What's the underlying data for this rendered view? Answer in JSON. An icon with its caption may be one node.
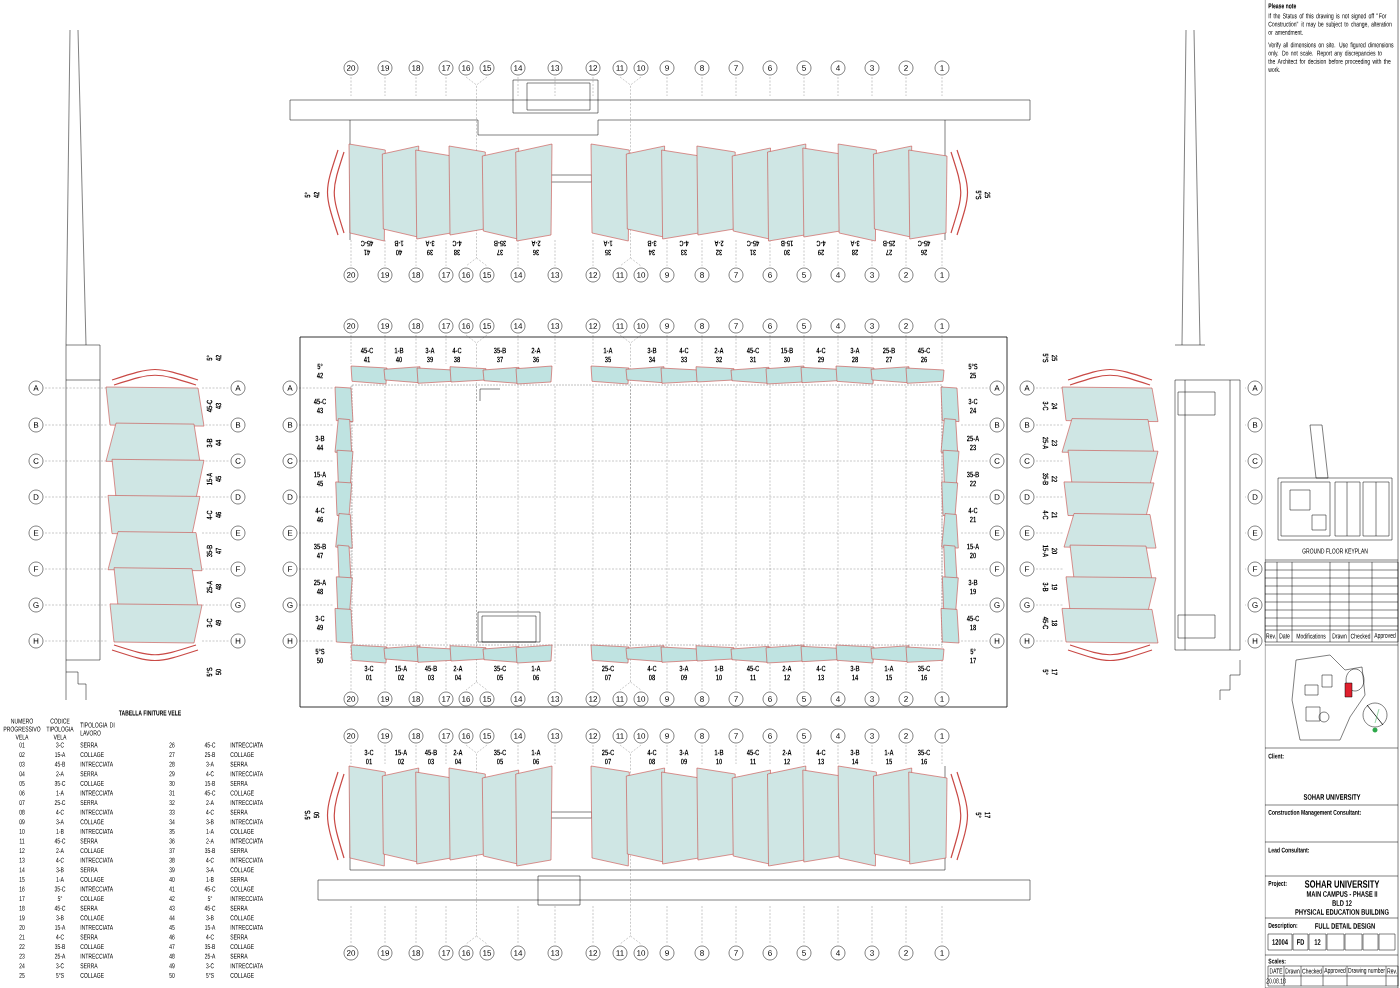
{
  "diagram": {
    "labels": [
      "Please note",
      "If the Status of this drawing is not signed off \"For Construction\" it may be subject to change, alteration or amendment.",
      "Verify all dimensions on site. Use figured dimensions only. Do not scale. Report any discrepancies to the Architect for decision before proceeding with the work.",
      "20",
      "19",
      "18",
      "17",
      "16",
      "15",
      "14",
      "13",
      "12",
      "11",
      "10",
      "9",
      "8",
      "7",
      "6",
      "5",
      "4",
      "3",
      "2",
      "1",
      "5°",
      "42",
      "45-C",
      "41",
      "1-B",
      "40",
      "3-A",
      "39",
      "4-C",
      "38",
      "35-B",
      "37",
      "2-A",
      "36",
      "1-A",
      "35",
      "3-B",
      "34",
      "4-C",
      "33",
      "2-A",
      "32",
      "45-C",
      "31",
      "15-B",
      "30",
      "4-C",
      "29",
      "3-A",
      "28",
      "25-B",
      "27",
      "45-C",
      "26",
      "5°S",
      "25",
      "20",
      "19",
      "18",
      "17",
      "16",
      "15",
      "14",
      "13",
      "12",
      "11",
      "10",
      "9",
      "8",
      "7",
      "6",
      "5",
      "4",
      "3",
      "2",
      "1",
      "20",
      "19",
      "18",
      "17",
      "16",
      "15",
      "14",
      "13",
      "12",
      "11",
      "10",
      "9",
      "8",
      "7",
      "6",
      "5",
      "4",
      "3",
      "2",
      "1",
      "45-C",
      "41",
      "1-B",
      "40",
      "3-A",
      "39",
      "4-C",
      "38",
      "35-B",
      "37",
      "2-A",
      "36",
      "1-A",
      "35",
      "3-B",
      "34",
      "4-C",
      "33",
      "2-A",
      "32",
      "45-C",
      "31",
      "15-B",
      "30",
      "4-C",
      "29",
      "3-A",
      "28",
      "25-B",
      "27",
      "45-C",
      "26",
      "A",
      "B",
      "C",
      "D",
      "E",
      "F",
      "G",
      "H",
      "5°",
      "42",
      "45-C",
      "43",
      "3-B",
      "44",
      "15-A",
      "45",
      "4-C",
      "46",
      "35-B",
      "47",
      "25-A",
      "48",
      "3-C",
      "49",
      "5°S",
      "50",
      "A",
      "B",
      "C",
      "D",
      "E",
      "F",
      "G",
      "H",
      "A",
      "B",
      "C",
      "D",
      "E",
      "F",
      "G",
      "H",
      "5°",
      "42",
      "45-C",
      "43",
      "3-B",
      "44",
      "15-A",
      "45",
      "4-C",
      "46",
      "35-B",
      "47",
      "25-A",
      "48",
      "3-C",
      "49",
      "5°S",
      "50",
      "5°S",
      "25",
      "3-C",
      "24",
      "25-A",
      "23",
      "35-B",
      "22",
      "4-C",
      "21",
      "15-A",
      "20",
      "3-B",
      "19",
      "45-C",
      "18",
      "5°",
      "17",
      "A",
      "B",
      "C",
      "D",
      "E",
      "F",
      "G",
      "H",
      "A",
      "B",
      "C",
      "D",
      "E",
      "F",
      "G",
      "H",
      "5°S",
      "25",
      "3-C",
      "24",
      "25-A",
      "23",
      "35-B",
      "22",
      "4-C",
      "21",
      "15-A",
      "20",
      "3-B",
      "19",
      "45-C",
      "18",
      "5°",
      "17",
      "A",
      "B",
      "C",
      "D",
      "E",
      "F",
      "G",
      "H",
      "3-C",
      "01",
      "15-A",
      "02",
      "45-B",
      "03",
      "2-A",
      "04",
      "35-C",
      "05",
      "1-A",
      "06",
      "25-C",
      "07",
      "4-C",
      "08",
      "3-A",
      "09",
      "1-B",
      "10",
      "45-C",
      "11",
      "2-A",
      "12",
      "4-C",
      "13",
      "3-B",
      "14",
      "1-A",
      "15",
      "35-C",
      "16",
      "20",
      "19",
      "18",
      "17",
      "16",
      "15",
      "14",
      "13",
      "12",
      "11",
      "10",
      "9",
      "8",
      "7",
      "6",
      "5",
      "4",
      "3",
      "2",
      "1",
      "TABELLA FINITURE VELE",
      "NUMERO PROGRESSIVO VELA",
      "CODICE TIPOLOGIA VELA",
      "TIPOLOGIA DI LAVORO",
      "01",
      "3-C",
      "SERRA",
      "02",
      "15-A",
      "COLLAGE",
      "03",
      "45-B",
      "INTRECCIATA",
      "04",
      "2-A",
      "SERRA",
      "05",
      "35-C",
      "COLLAGE",
      "06",
      "1-A",
      "INTRECCIATA",
      "07",
      "25-C",
      "SERRA",
      "08",
      "4-C",
      "INTRECCIATA",
      "09",
      "3-A",
      "COLLAGE",
      "10",
      "1-B",
      "INTRECCIATA",
      "11",
      "45-C",
      "SERRA",
      "12",
      "2-A",
      "COLLAGE",
      "13",
      "4-C",
      "INTRECCIATA",
      "14",
      "3-B",
      "SERRA",
      "15",
      "1-A",
      "COLLAGE",
      "16",
      "35-C",
      "INTRECCIATA",
      "17",
      "5°",
      "COLLAGE",
      "18",
      "45-C",
      "SERRA",
      "19",
      "3-B",
      "COLLAGE",
      "20",
      "15-A",
      "INTRECCIATA",
      "21",
      "4-C",
      "SERRA",
      "22",
      "35-B",
      "COLLAGE",
      "23",
      "25-A",
      "INTRECCIATA",
      "24",
      "3-C",
      "SERRA",
      "25",
      "5°S",
      "COLLAGE",
      "26",
      "45-C",
      "INTRECCIATA",
      "27",
      "25-B",
      "COLLAGE",
      "28",
      "3-A",
      "SERRA",
      "29",
      "4-C",
      "INTRECCIATA",
      "30",
      "15-B",
      "SERRA",
      "31",
      "45-C",
      "COLLAGE",
      "32",
      "2-A",
      "INTRECCIATA",
      "33",
      "4-C",
      "SERRA",
      "34",
      "3-B",
      "INTRECCIATA",
      "35",
      "1-A",
      "COLLAGE",
      "36",
      "2-A",
      "INTRECCIATA",
      "37",
      "35-B",
      "SERRA",
      "38",
      "4-C",
      "INTRECCIATA",
      "39",
      "3-A",
      "COLLAGE",
      "40",
      "1-B",
      "SERRA",
      "41",
      "45-C",
      "COLLAGE",
      "42",
      "5°",
      "INTRECCIATA",
      "43",
      "45-C",
      "SERRA",
      "44",
      "3-B",
      "COLLAGE",
      "45",
      "15-A",
      "INTRECCIATA",
      "46",
      "4-C",
      "SERRA",
      "47",
      "35-B",
      "COLLAGE",
      "48",
      "25-A",
      "SERRA",
      "49",
      "3-C",
      "INTRECCIATA",
      "50",
      "5°S",
      "COLLAGE",
      "20",
      "19",
      "18",
      "17",
      "16",
      "15",
      "14",
      "13",
      "12",
      "11",
      "10",
      "9",
      "8",
      "7",
      "6",
      "5",
      "4",
      "3",
      "2",
      "1",
      "5°S",
      "50",
      "3-C",
      "01",
      "15-A",
      "02",
      "45-B",
      "03",
      "2-A",
      "04",
      "35-C",
      "05",
      "1-A",
      "06",
      "25-C",
      "07",
      "4-C",
      "08",
      "3-A",
      "09",
      "1-B",
      "10",
      "45-C",
      "11",
      "2-A",
      "12",
      "4-C",
      "13",
      "3-B",
      "14",
      "1-A",
      "15",
      "35-C",
      "16",
      "5°",
      "17",
      "20",
      "19",
      "18",
      "17",
      "16",
      "15",
      "14",
      "13",
      "12",
      "11",
      "10",
      "9",
      "8",
      "7",
      "6",
      "5",
      "4",
      "3",
      "2",
      "1",
      "GROUND FLOOR KEYPLAN",
      "Rev.",
      "Date",
      "Modifications",
      "Drawn",
      "Checked",
      "Approved",
      "Client:",
      "SOHAR UNIVERSITY",
      "Construction Management Consultant:",
      "Lead Consultant:",
      "Project:",
      "SOHAR UNIVERSITY",
      "MAIN CAMPUS - PHASE II",
      "BLD 12",
      "PHYSICAL EDUCATION BUILDING",
      "Description:",
      "FULL DETAIL DESIGN",
      "12004",
      "FD",
      "12",
      "Scales:",
      "DATE",
      "Drawn",
      "Checked",
      "Approved",
      "Drawing number",
      "Rev.",
      "20.08.18"
    ]
  }
}
